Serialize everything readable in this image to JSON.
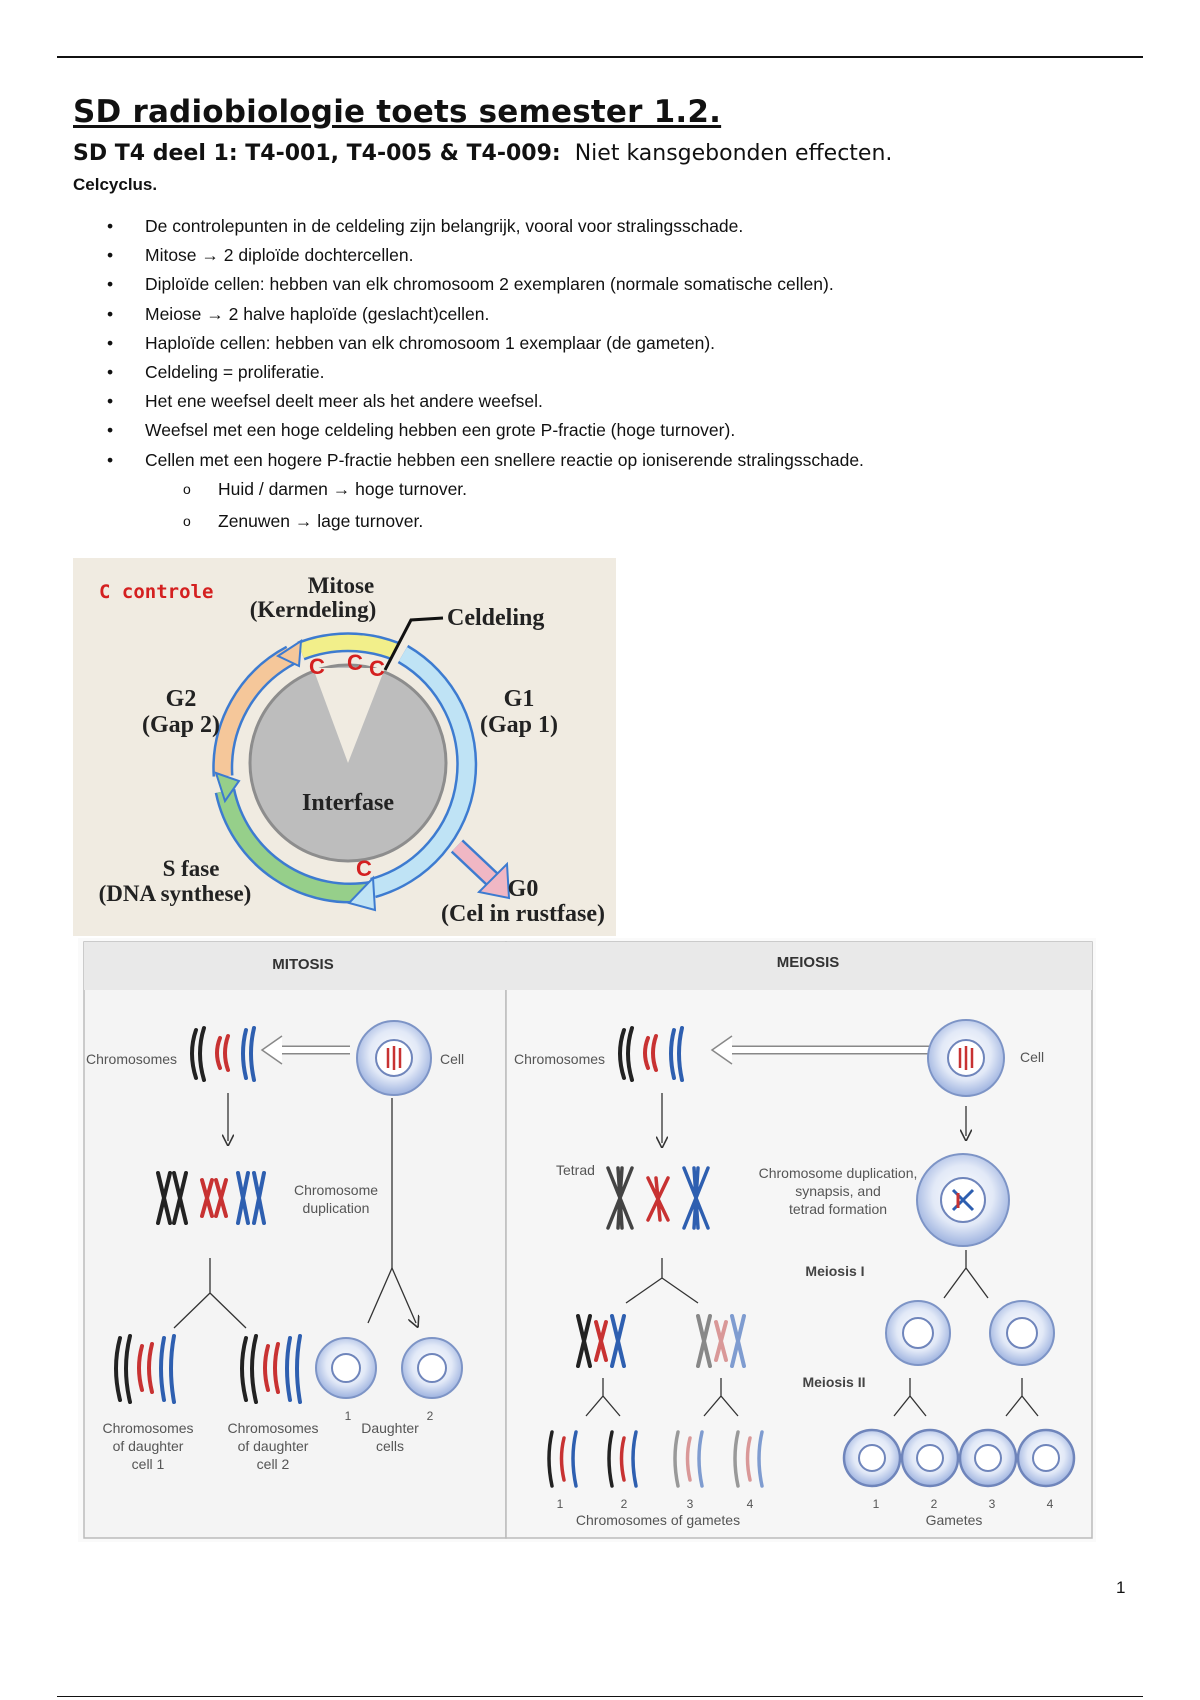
{
  "title": "SD radiobiologie toets semester 1.2.",
  "subtitle": {
    "bold": "SD T4 deel 1: T4-001, T4-005 & T4-009:",
    "normal": "Niet kansgebonden effecten."
  },
  "section": "Celcyclus.",
  "bullets": [
    "De controlepunten in de celdeling zijn belangrijk, vooral voor stralingsschade.",
    "Mitose → 2 diploïde dochtercellen.",
    "Diploïde cellen: hebben van elk chromosoom 2 exemplaren (normale somatische cellen).",
    "Meiose → 2 halve haploïde (geslacht)cellen.",
    "Haploïde cellen: hebben van elk chromosoom 1 exemplaar (de gameten).",
    "Celdeling = proliferatie.",
    "Het ene weefsel deelt meer als het andere weefsel.",
    "Weefsel met een hoge celdeling hebben een grote P-fractie (hoge turnover).",
    "Cellen met een hogere P-fractie hebben een snellere reactie op ioniserende stralingsschade."
  ],
  "sub_bullets": [
    "Huid / darmen → hoge turnover.",
    "Zenuwen → lage turnover."
  ],
  "bullet_glyph": "•",
  "sub_bullet_glyph": "o",
  "cell_cycle": {
    "legend": "C controle",
    "mitose_line1": "Mitose",
    "mitose_line2": "(Kerndeling)",
    "celdeling": "Celdeling",
    "g2_line1": "G2",
    "g2_line2": "(Gap 2)",
    "g1_line1": "G1",
    "g1_line2": "(Gap 1)",
    "interfase": "Interfase",
    "s_line1": "S fase",
    "s_line2": "(DNA synthese)",
    "g0_line1": "G0",
    "g0_line2": "(Cel in rustfase)",
    "checkpoint_mark": "C",
    "colors": {
      "checkpoint": "#d42020",
      "mitosis": "#f2ef8a",
      "g1": "#bfe3f5",
      "g2": "#f5c79a",
      "s": "#96cf8a",
      "g0": "#f0b7c4",
      "interphase": "#bdbdbd"
    }
  },
  "mitosis_meiosis": {
    "mitosis_title": "MITOSIS",
    "meiosis_title": "MEIOSIS",
    "chromosomes": "Chromosomes",
    "cell": "Cell",
    "chromosome_duplication_1": "Chromosome",
    "chromosome_duplication_2": "duplication",
    "daughter_1_l1": "Chromosomes",
    "daughter_1_l2": "of daughter",
    "daughter_1_l3": "cell 1",
    "daughter_2_l1": "Chromosomes",
    "daughter_2_l2": "of daughter",
    "daughter_2_l3": "cell 2",
    "daughter_cells_l1": "Daughter",
    "daughter_cells_l2": "cells",
    "num_1": "1",
    "num_2": "2",
    "num_3": "3",
    "num_4": "4",
    "tetrad": "Tetrad",
    "meiosis_dup_l1": "Chromosome duplication,",
    "meiosis_dup_l2": "synapsis, and",
    "meiosis_dup_l3": "tetrad formation",
    "meiosis_1": "Meiosis I",
    "meiosis_2": "Meiosis II",
    "gametes_chromosomes": "Chromosomes of gametes",
    "gametes": "Gametes",
    "colors": {
      "cell_fill": "#a8bde6",
      "cell_inner": "#e8eef9",
      "red": "#c83232",
      "blue": "#2e5fb0",
      "black": "#222222"
    }
  },
  "page_number": "1"
}
